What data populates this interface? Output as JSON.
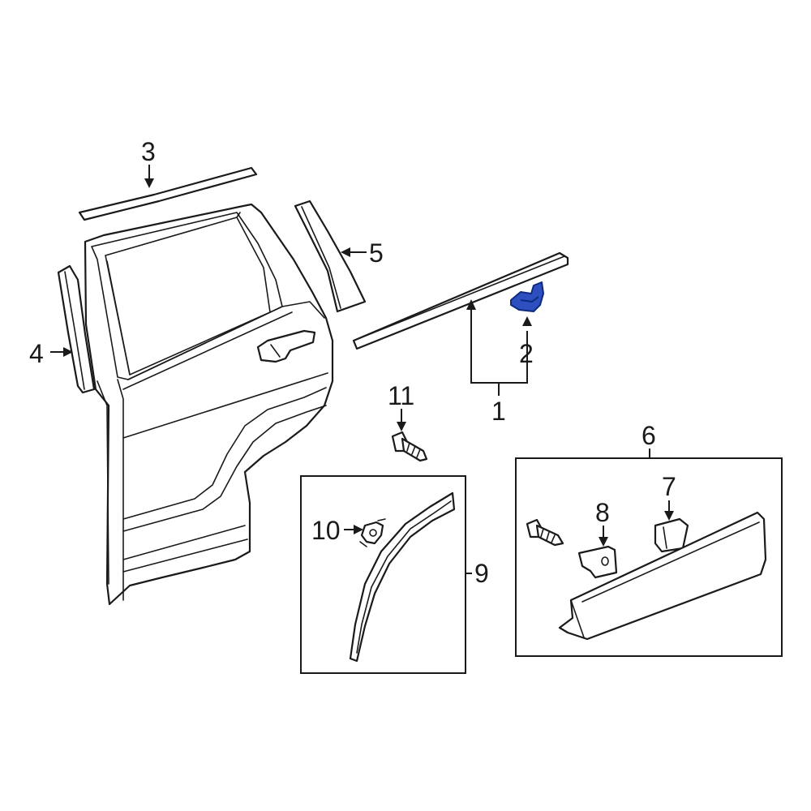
{
  "diagram": {
    "highlight_color": "#2d4fbf",
    "callouts": [
      {
        "id": "1",
        "label": "1"
      },
      {
        "id": "2",
        "label": "2"
      },
      {
        "id": "3",
        "label": "3"
      },
      {
        "id": "4",
        "label": "4"
      },
      {
        "id": "5",
        "label": "5"
      },
      {
        "id": "6",
        "label": "6"
      },
      {
        "id": "7",
        "label": "7"
      },
      {
        "id": "8",
        "label": "8"
      },
      {
        "id": "9",
        "label": "9"
      },
      {
        "id": "10",
        "label": "10"
      },
      {
        "id": "11",
        "label": "11"
      }
    ]
  }
}
